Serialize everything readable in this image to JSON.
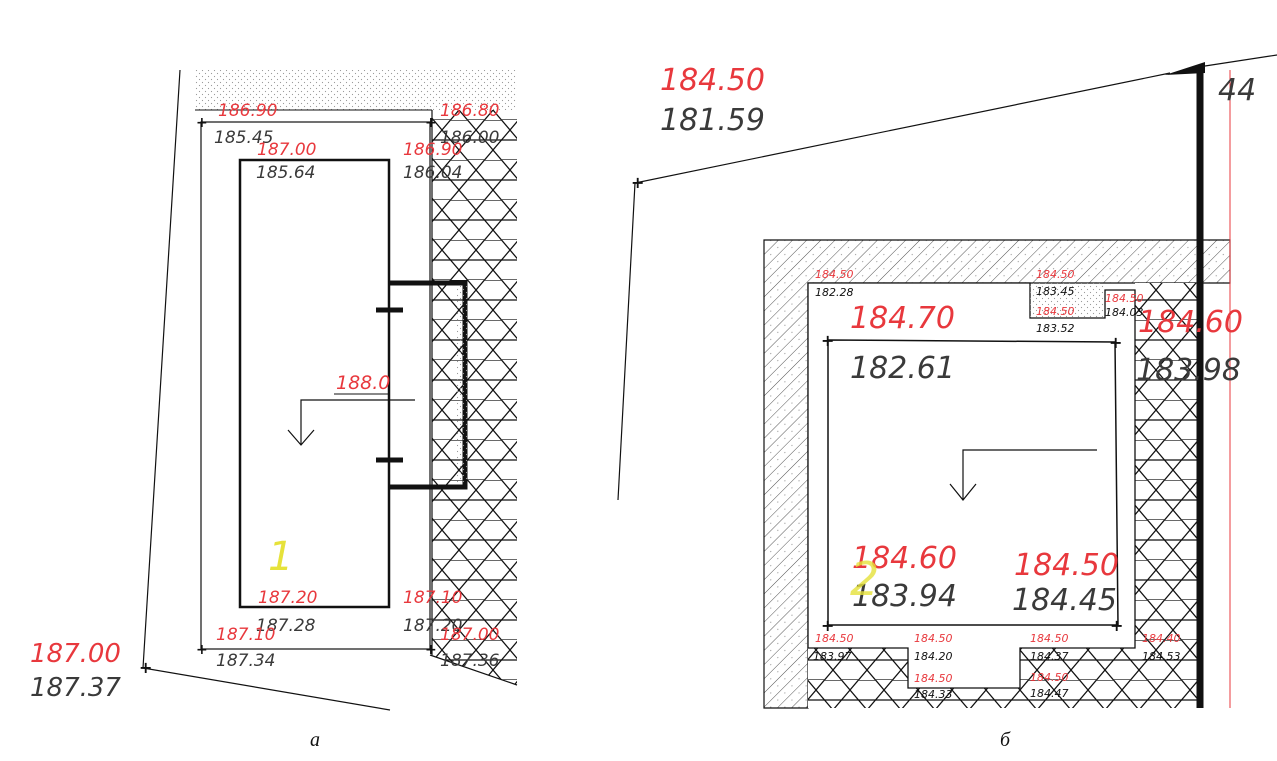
{
  "colors": {
    "design_level": "#e8383d",
    "existing_level": "#3a3a3a",
    "zone_number": "#e6e23a",
    "line": "#111111"
  },
  "panel_a": {
    "caption": "а",
    "zone_number": "1",
    "center_level": "188.0",
    "labels": [
      {
        "red": "186.90",
        "black": "185.45"
      },
      {
        "red": "187.00",
        "black": "185.64"
      },
      {
        "red": "186.80",
        "black": "186.00"
      },
      {
        "red": "186.90",
        "black": "186.04"
      },
      {
        "red": "187.20",
        "black": "187.28"
      },
      {
        "red": "187.10",
        "black": "187.20"
      },
      {
        "red": "187.10",
        "black": "187.34"
      },
      {
        "red": "187.00",
        "black": "187.36"
      },
      {
        "red": "187.00",
        "black": "187.37"
      }
    ]
  },
  "panel_b": {
    "caption": "б",
    "zone_number": "2",
    "partial_text": "44",
    "labels": [
      {
        "red": "184.50",
        "black": "181.59"
      },
      {
        "red": "184.70",
        "black": "182.61"
      },
      {
        "red": "184.60",
        "black": "183.98"
      },
      {
        "red": "184.60",
        "black": "183.94"
      },
      {
        "red": "184.50",
        "black": "184.45"
      },
      {
        "red": "184.50",
        "black": "182.28"
      },
      {
        "red": "184.50",
        "black": "183.45"
      },
      {
        "red": "184.50",
        "black": "183.52"
      },
      {
        "red": "184.50",
        "black": "184.03"
      },
      {
        "red": "184.50",
        "black": "183.97"
      },
      {
        "red": "184.50",
        "black": "184.20"
      },
      {
        "red": "184.50",
        "black": "184.33"
      },
      {
        "red": "184.50",
        "black": "184.37"
      },
      {
        "red": "184.50",
        "black": "184.47"
      },
      {
        "red": "184.40",
        "black": "184.53"
      }
    ]
  }
}
